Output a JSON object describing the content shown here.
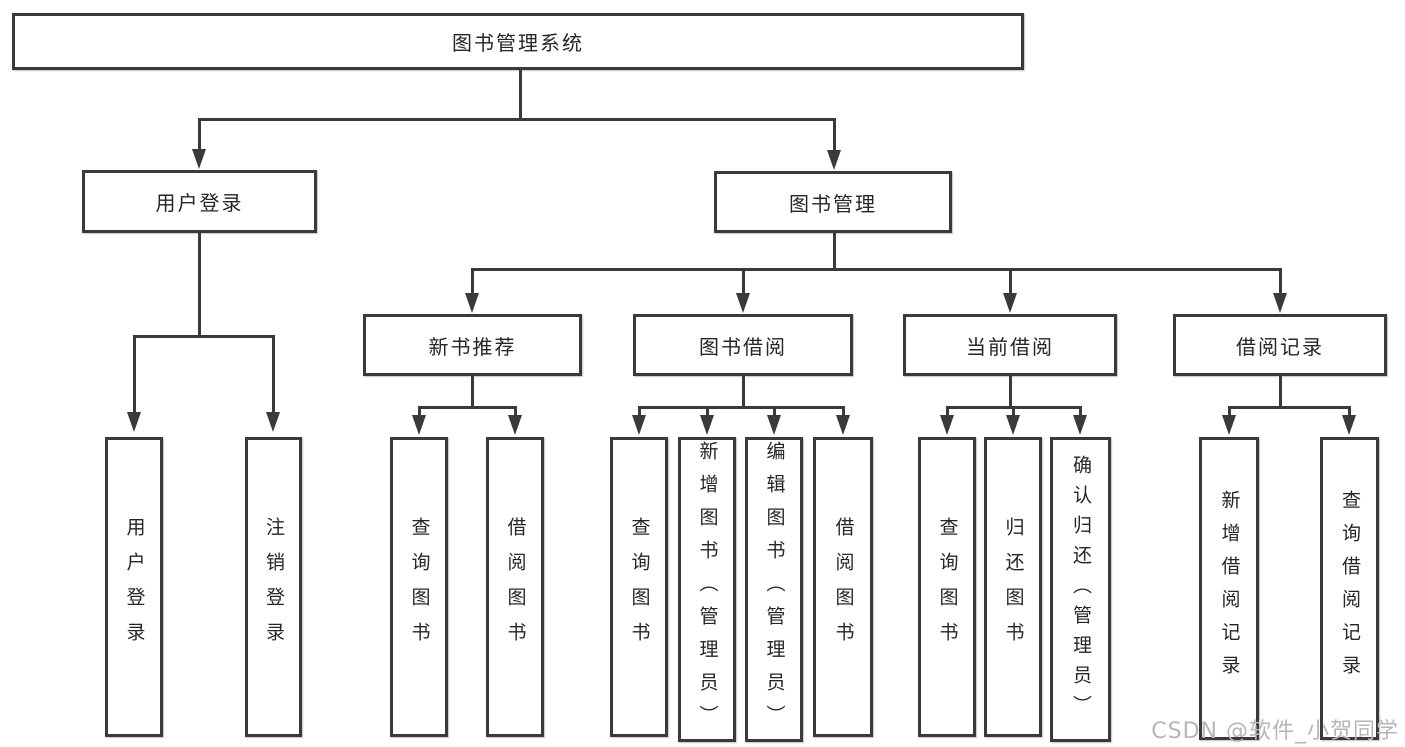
{
  "diagram": {
    "root": "图书管理系统",
    "branches": [
      {
        "label": "用户登录",
        "children": [
          "用户登录",
          "注销登录"
        ]
      },
      {
        "label": "图书管理",
        "children": [
          {
            "label": "新书推荐",
            "children": [
              "查询图书",
              "借阅图书"
            ]
          },
          {
            "label": "图书借阅",
            "children": [
              "查询图书",
              "新增图书（管理员）",
              "编辑图书（管理员）",
              "借阅图书"
            ]
          },
          {
            "label": "当前借阅",
            "children": [
              "查询图书",
              "归还图书",
              "确认归还（管理员）"
            ]
          },
          {
            "label": "借阅记录",
            "children": [
              "新增借阅记录",
              "查询借阅记录"
            ]
          }
        ]
      }
    ]
  },
  "watermark": "CSDN @软件_小贺同学",
  "colors": {
    "line": "#3a3a3a",
    "box_border": "#3a3a3a",
    "box_fill": "#ffffff",
    "text": "#262626",
    "watermark": "#b4b6ba",
    "background": "#ffffff"
  }
}
